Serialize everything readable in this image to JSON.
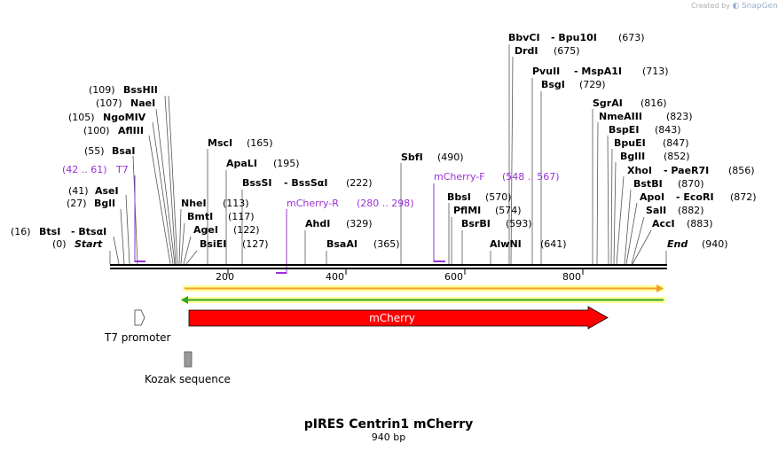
{
  "watermark": {
    "prefix": "Created by",
    "brand": "SnapGene"
  },
  "map": {
    "title": "pIRES Centrin1 mCherry",
    "length": "940 bp",
    "ruler_ticks": [
      "200",
      "400",
      "600",
      "800"
    ]
  },
  "sites": [
    {
      "pos": "(0)",
      "name": "Start"
    },
    {
      "pos": "(16)",
      "name": "BtsI",
      "partner": "- BtsαI"
    },
    {
      "pos": "(27)",
      "name": "BglI"
    },
    {
      "pos": "(41)",
      "name": "AseI"
    },
    {
      "pos": "(55)",
      "name": "BsaI"
    },
    {
      "pos": "(100)",
      "name": "AflIII"
    },
    {
      "pos": "(105)",
      "name": "NgoMIV"
    },
    {
      "pos": "(107)",
      "name": "NaeI"
    },
    {
      "pos": "(109)",
      "name": "BssHII"
    },
    {
      "name": "NheI",
      "pos": "(113)"
    },
    {
      "name": "BmtI",
      "pos": "(117)"
    },
    {
      "name": "AgeI",
      "pos": "(122)"
    },
    {
      "name": "BsiEI",
      "pos": "(127)"
    },
    {
      "name": "MscI",
      "pos": "(165)"
    },
    {
      "name": "ApaLI",
      "pos": "(195)"
    },
    {
      "name": "BssSI",
      "partner": "- BssSαI",
      "pos": "(222)"
    },
    {
      "name": "AhdI",
      "pos": "(329)"
    },
    {
      "name": "BsaAI",
      "pos": "(365)"
    },
    {
      "name": "SbfI",
      "pos": "(490)"
    },
    {
      "name": "BbsI",
      "pos": "(570)"
    },
    {
      "name": "PflMI",
      "pos": "(574)"
    },
    {
      "name": "BsrBI",
      "pos": "(593)"
    },
    {
      "name": "AlwNI",
      "pos": "(641)"
    },
    {
      "name": "BbvCI",
      "partner": "- Bpu10I",
      "pos": "(673)"
    },
    {
      "name": "DrdI",
      "pos": "(675)"
    },
    {
      "name": "PvuII",
      "partner": "- MspA1I",
      "pos": "(713)"
    },
    {
      "name": "BsgI",
      "pos": "(729)"
    },
    {
      "name": "SgrAI",
      "pos": "(816)"
    },
    {
      "name": "NmeAIII",
      "pos": "(823)"
    },
    {
      "name": "BspEI",
      "pos": "(843)"
    },
    {
      "name": "BpuEI",
      "pos": "(847)"
    },
    {
      "name": "BglII",
      "pos": "(852)"
    },
    {
      "name": "XhoI",
      "partner": "- PaeR7I",
      "pos": "(856)"
    },
    {
      "name": "BstBI",
      "pos": "(870)"
    },
    {
      "name": "ApoI",
      "partner": "- EcoRI",
      "pos": "(872)"
    },
    {
      "name": "SalI",
      "pos": "(882)"
    },
    {
      "name": "AccI",
      "pos": "(883)"
    },
    {
      "name": "End",
      "pos": "(940)"
    }
  ],
  "primers": [
    {
      "name": "T7",
      "range": "(42 .. 61)"
    },
    {
      "name": "mCherry-R",
      "range": "(280 .. 298)"
    },
    {
      "name": "mCherry-F",
      "range": "(548 .. 567)"
    }
  ],
  "features": [
    {
      "name": "mCherry",
      "color": "#ff0000"
    },
    {
      "name": "T7 promoter",
      "color": "#ffffff"
    },
    {
      "name": "Kozak sequence",
      "color": "#999999"
    }
  ],
  "colors": {
    "primer": "#9b30d9",
    "orf_forward": "#f0a030",
    "orf_reverse": "#2ea52e",
    "orf_highlight": "#ffff99"
  }
}
